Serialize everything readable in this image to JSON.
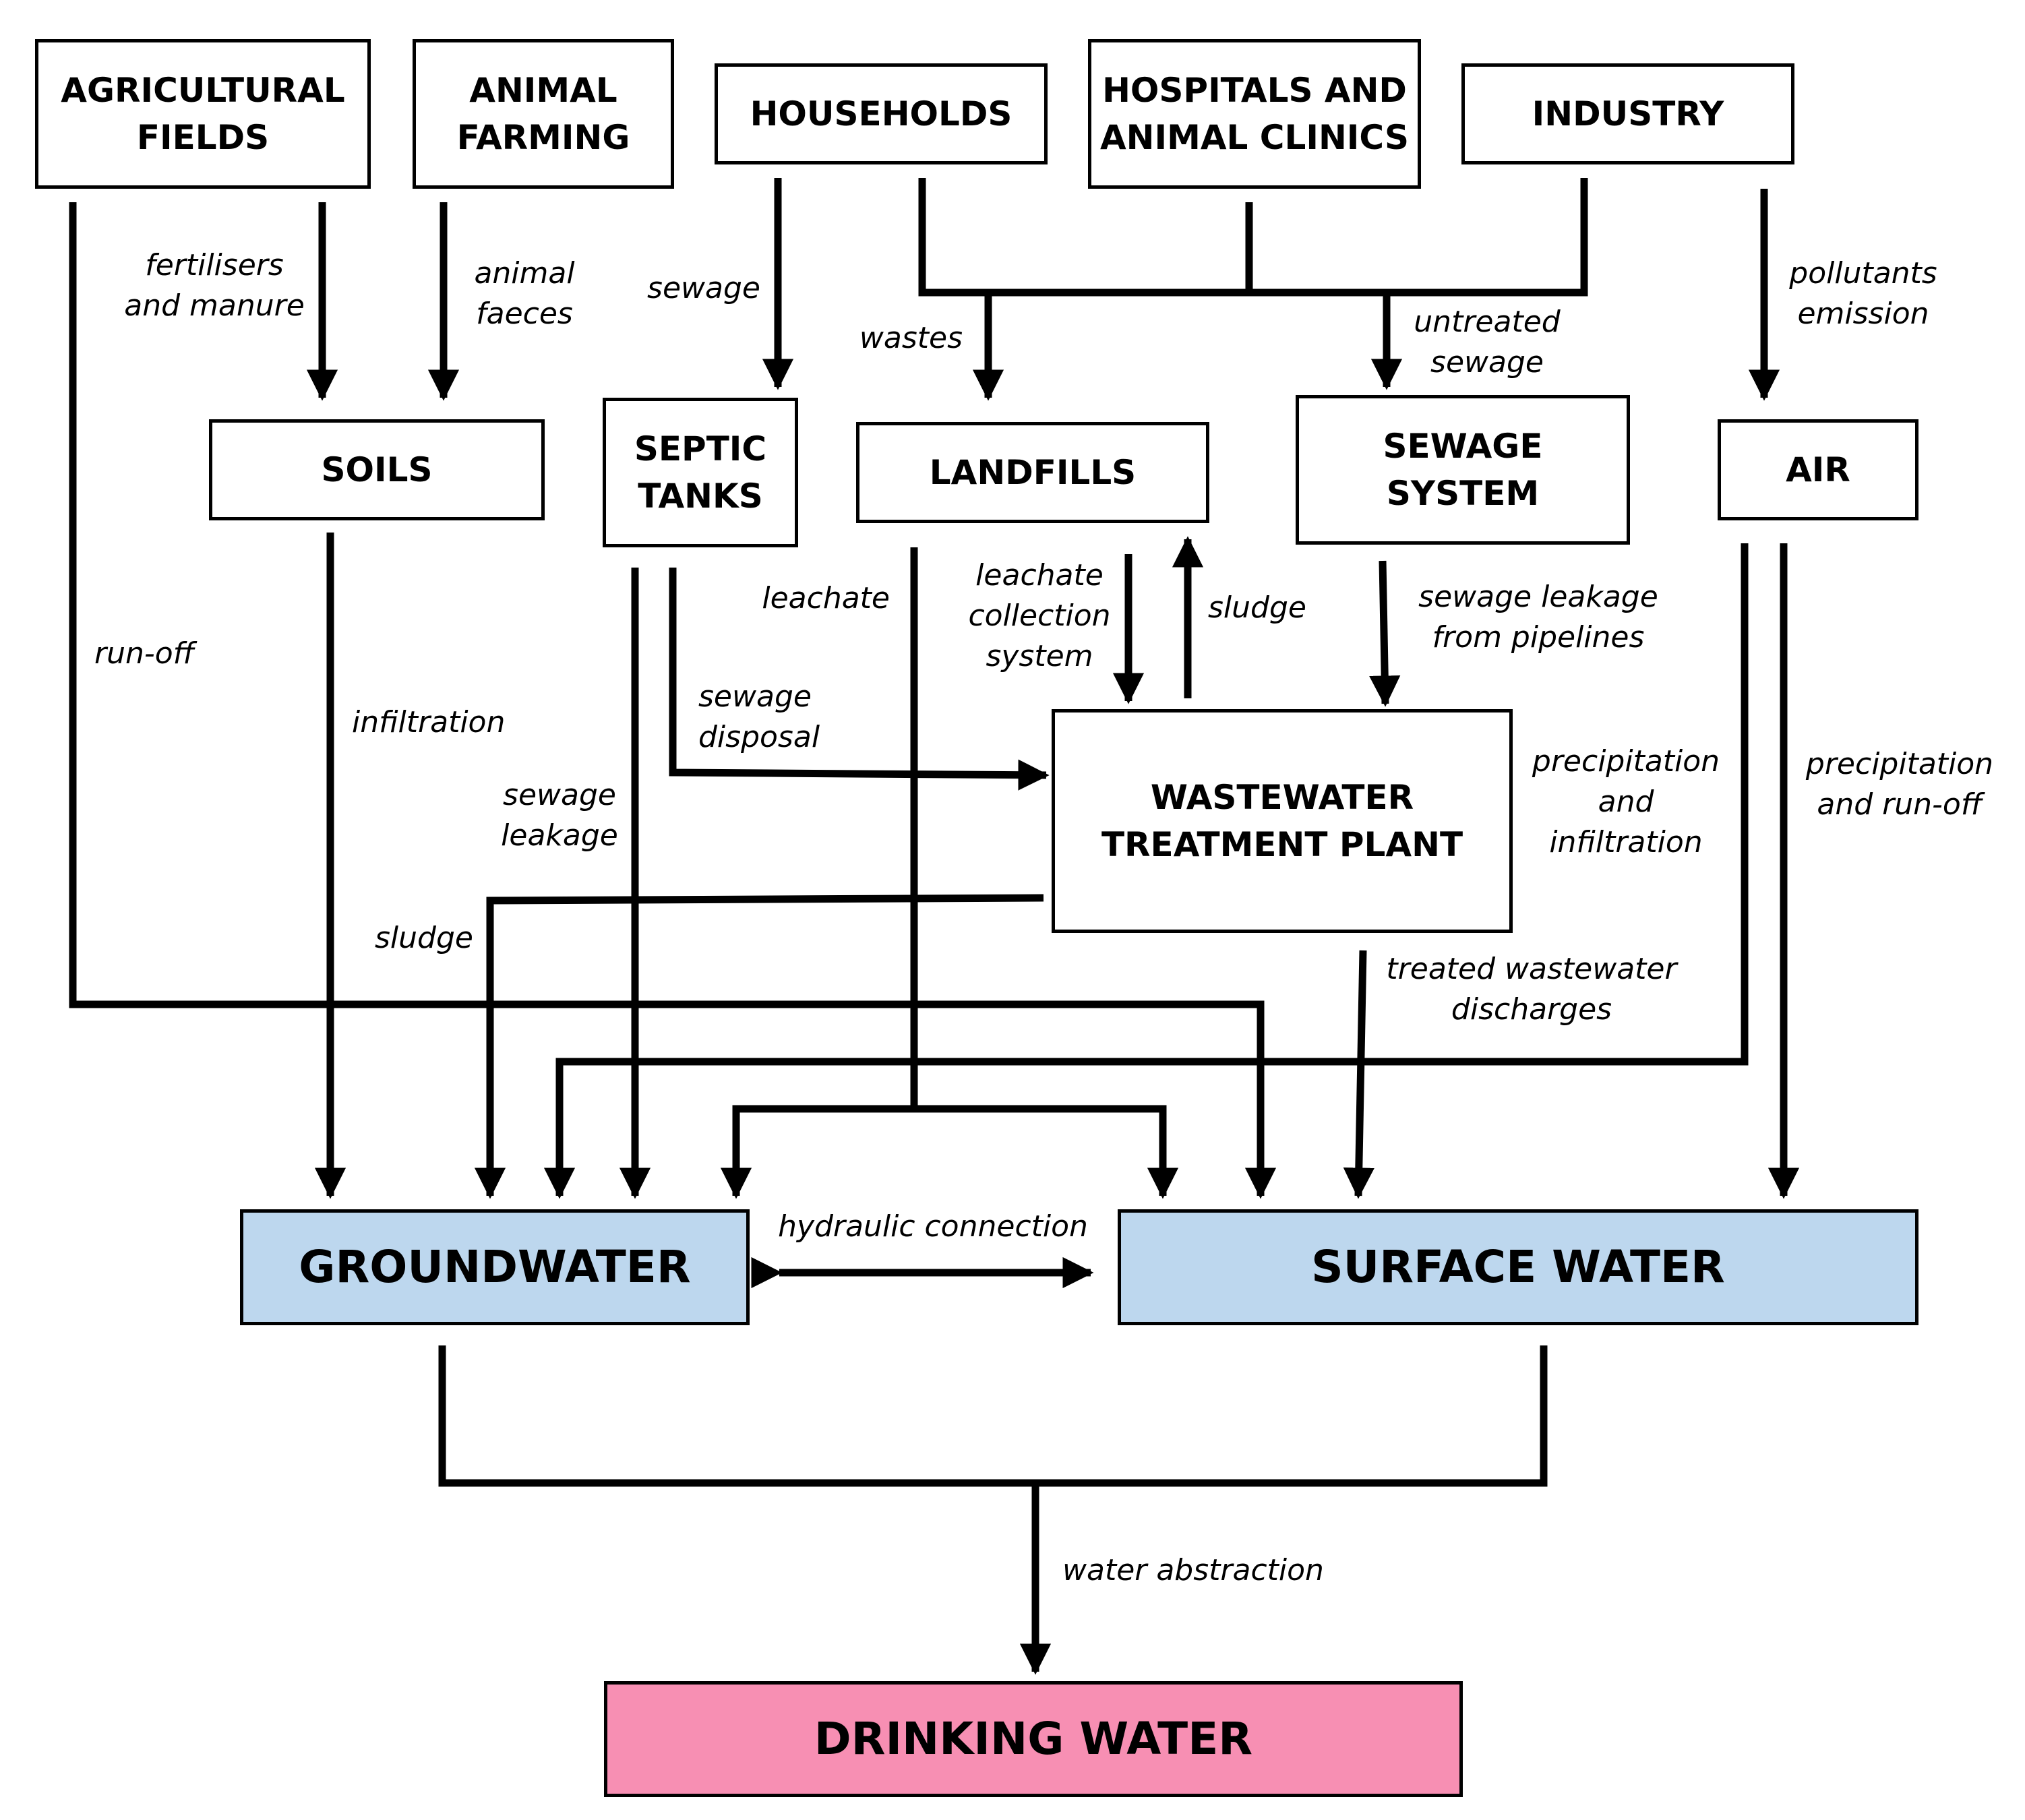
{
  "boxes": {
    "agricultural_fields": "AGRICULTURAL\nFIELDS",
    "animal_farming": "ANIMAL\nFARMING",
    "households": "HOUSEHOLDS",
    "hospitals": "HOSPITALS AND\nANIMAL CLINICS",
    "industry": "INDUSTRY",
    "soils": "SOILS",
    "septic_tanks": "SEPTIC\nTANKS",
    "landfills": "LANDFILLS",
    "sewage_system": "SEWAGE\nSYSTEM",
    "air": "AIR",
    "wwtp": "WASTEWATER\nTREATMENT PLANT",
    "groundwater": "GROUNDWATER",
    "surface_water": "SURFACE WATER",
    "drinking_water": "DRINKING WATER"
  },
  "labels": {
    "fertilisers": "fertilisers\nand manure",
    "animal_faeces": "animal\nfaeces",
    "sewage": "sewage",
    "wastes": "wastes",
    "untreated_sewage": "untreated\nsewage",
    "pollutants_emission": "pollutants\nemission",
    "run_off": "run-off",
    "infiltration": "infiltration",
    "leachate": "leachate",
    "leachate_collection": "leachate\ncollection\nsystem",
    "sludge_up": "sludge",
    "sewage_leakage_pipelines": "sewage leakage\nfrom pipelines",
    "sewage_disposal": "sewage\ndisposal",
    "sewage_leakage": "sewage\nleakage",
    "sludge": "sludge",
    "precip_infiltration": "precipitation\nand\ninfiltration",
    "precip_runoff": "precipitation\nand run-off",
    "treated_discharges": "treated wastewater\ndischarges",
    "hydraulic_connection": "hydraulic connection",
    "water_abstraction": "water abstraction"
  },
  "colors": {
    "groundwater": "#bdd7ee",
    "surface_water": "#bdd7ee",
    "drinking_water": "#f78fb3",
    "line": "#000000"
  }
}
